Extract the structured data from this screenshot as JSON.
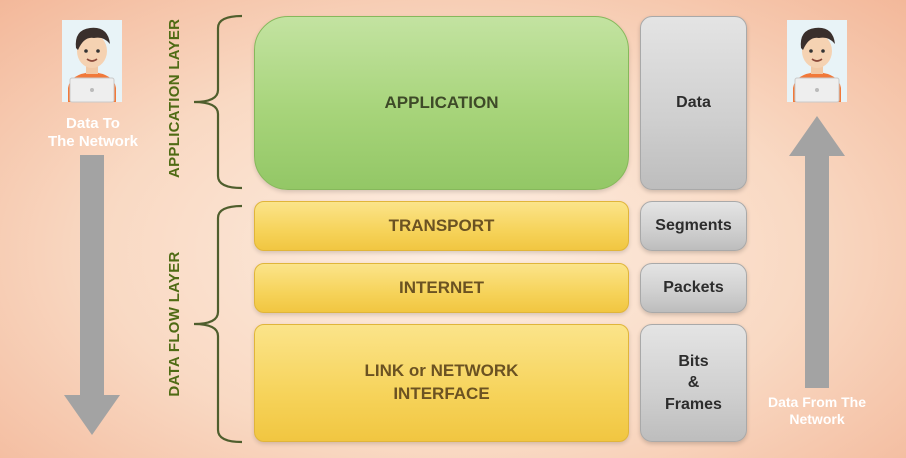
{
  "left_panel": {
    "caption": "Data To\nThe Network"
  },
  "right_panel": {
    "caption": "Data From The\nNetwork"
  },
  "group_labels": {
    "application": "APPLICATION LAYER",
    "data_flow": "DATA FLOW LAYER"
  },
  "layers": {
    "application": {
      "label": "APPLICATION",
      "unit": "Data"
    },
    "transport": {
      "label": "TRANSPORT",
      "unit": "Segments"
    },
    "internet": {
      "label": "INTERNET",
      "unit": "Packets"
    },
    "link": {
      "label": "LINK or NETWORK\nINTERFACE",
      "unit": "Bits\n&\nFrames"
    }
  },
  "colors": {
    "application": "#a7d47a",
    "data_flow": "#f6d35a",
    "unit": "#cfcfcf",
    "arrow": "#a3a3a3",
    "group_label": "#4f6b14"
  },
  "icons": {
    "user": "user-at-laptop-icon",
    "down_arrow": "down-arrow-icon",
    "up_arrow": "up-arrow-icon",
    "brace": "left-brace-icon"
  }
}
